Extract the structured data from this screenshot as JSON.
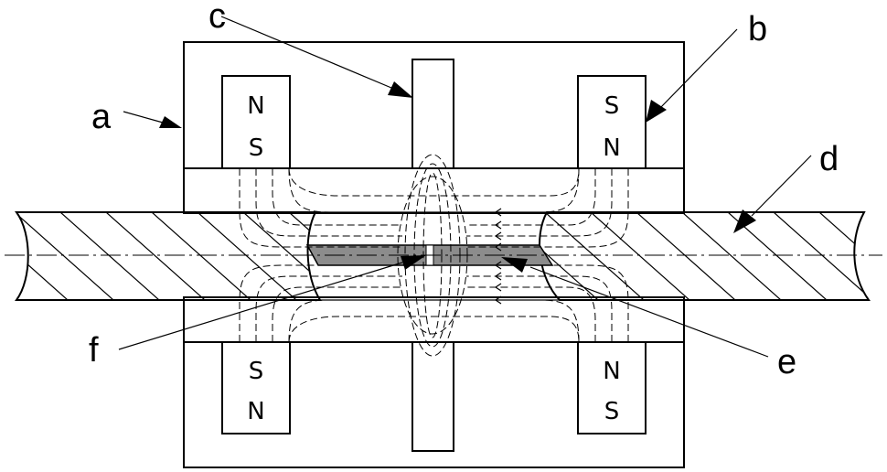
{
  "labels": {
    "a": "a",
    "b": "b",
    "c": "c",
    "d": "d",
    "e": "e",
    "f": "f"
  },
  "magnets": {
    "top_left": {
      "upper": "N",
      "lower": "S"
    },
    "top_right": {
      "upper": "S",
      "lower": "N"
    },
    "bottom_left": {
      "upper": "S",
      "lower": "N"
    },
    "bottom_right": {
      "upper": "N",
      "lower": "S"
    }
  },
  "colors": {
    "line": "#000000",
    "background": "#ffffff",
    "shaded_zone": "#8c8c8c"
  }
}
